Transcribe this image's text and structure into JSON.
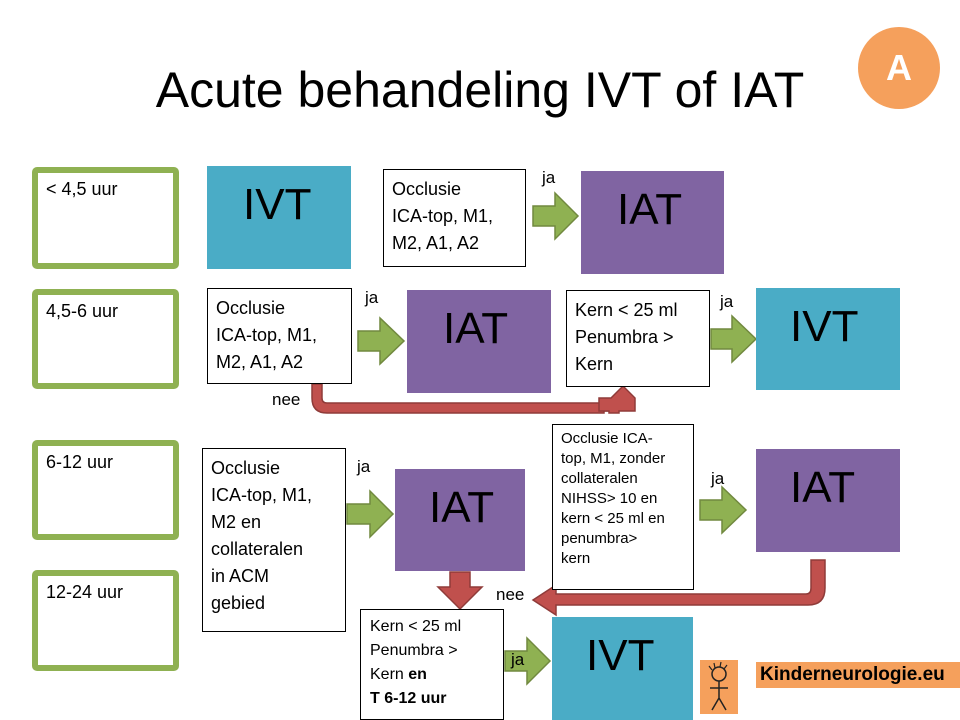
{
  "title": "Acute behandeling IVT of IAT",
  "badge": "A",
  "time_windows": [
    "< 4,5 uur",
    "4,5-6 uur",
    "6-12 uur",
    "12-24 uur"
  ],
  "treatments": {
    "ivt": "IVT",
    "iat": "IAT"
  },
  "conditions": {
    "occl_short": [
      "Occlusie",
      "ICA-top, M1,",
      "M2, A1, A2"
    ],
    "occl_short2": [
      "Occlusie",
      "ICA-top, M1,",
      "M2, A1, A2"
    ],
    "core_1": [
      "Kern < 25 ml",
      "Penumbra >",
      "Kern"
    ],
    "occl_long": [
      "Occlusie",
      "ICA-top, M1,",
      "M2 en",
      "collateralen",
      "in ACM",
      "gebied"
    ],
    "occl_ica_nihss": [
      "Occlusie ICA-",
      "top, M1, zonder",
      "collateralen",
      "NIHSS> 10 en",
      "kern < 25 ml en",
      "penumbra>",
      "kern"
    ],
    "core_2": {
      "line1": "Kern < 25 ml",
      "line2": "Penumbra >",
      "line3_a": "Kern ",
      "line3_b": "en",
      "line4": "T 6-12 uur"
    }
  },
  "labels": {
    "yes": "ja",
    "no": "nee"
  },
  "colors": {
    "ivt": "#4aacc6",
    "iat": "#8064a2",
    "green_arrow": "#8fb152",
    "red_arrow": "#c0504d",
    "badge": "#f5a05c",
    "time_border": "#8fb152"
  },
  "logo": {
    "text": "Kinderneurologie.eu",
    "icon": "child-drawing-icon"
  }
}
